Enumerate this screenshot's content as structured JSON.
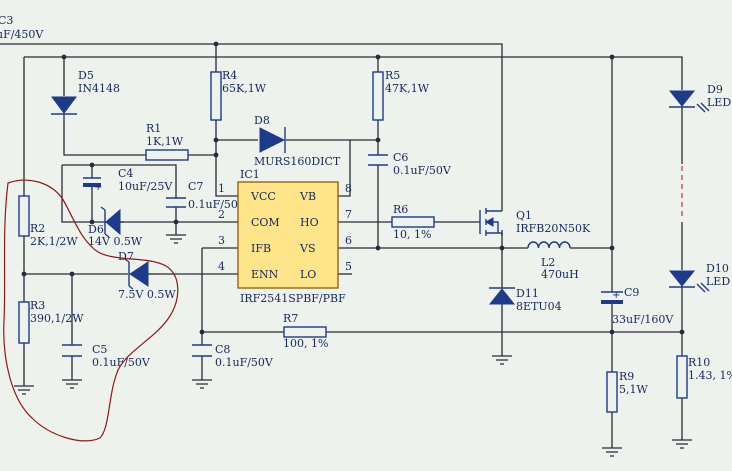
{
  "components": {
    "c3": {
      "ref": "C3",
      "value": "uF/450V"
    },
    "d5": {
      "ref": "D5",
      "value": "IN4148"
    },
    "r4": {
      "ref": "R4",
      "value": "65K,1W"
    },
    "r5": {
      "ref": "R5",
      "value": "47K,1W"
    },
    "d9": {
      "ref": "D9",
      "value": "LED"
    },
    "r1": {
      "ref": "R1",
      "value": "1K,1W"
    },
    "d8": {
      "ref": "D8",
      "value": "MURS160DICT"
    },
    "c6": {
      "ref": "C6",
      "value": "0.1uF/50V"
    },
    "c4": {
      "ref": "C4",
      "value": "10uF/25V"
    },
    "c7": {
      "ref": "C7",
      "value": "0.1uF/50V"
    },
    "r2": {
      "ref": "R2",
      "value": "2K,1/2W"
    },
    "d6": {
      "ref": "D6",
      "value": "14V 0.5W"
    },
    "r6": {
      "ref": "R6",
      "value": "10, 1%"
    },
    "q1": {
      "ref": "Q1",
      "value": "IRFB20N50K"
    },
    "l2": {
      "ref": "L2",
      "value": "470uH"
    },
    "d7": {
      "ref": "D7",
      "value": "7.5V 0.5W"
    },
    "d10": {
      "ref": "D10",
      "value": "LED"
    },
    "d11": {
      "ref": "D11",
      "value": "8ETU04"
    },
    "c9": {
      "ref": "C9",
      "value": "33uF/160V"
    },
    "r3": {
      "ref": "R3",
      "value": "390,1/2W"
    },
    "r7": {
      "ref": "R7",
      "value": "100, 1%"
    },
    "c5": {
      "ref": "C5",
      "value": "0.1uF/50V"
    },
    "c8": {
      "ref": "C8",
      "value": "0.1uF/50V"
    },
    "r9": {
      "ref": "R9",
      "value": "5,1W"
    },
    "r10": {
      "ref": "R10",
      "value": "1.43, 1%"
    }
  },
  "ic1": {
    "ref": "IC1",
    "part": "IRF2541SPBF/PBF",
    "pins": [
      {
        "num": "1",
        "name": "VCC"
      },
      {
        "num": "2",
        "name": "COM"
      },
      {
        "num": "3",
        "name": "IFB"
      },
      {
        "num": "4",
        "name": "ENN"
      },
      {
        "num": "8",
        "name": "VB"
      },
      {
        "num": "7",
        "name": "HO"
      },
      {
        "num": "6",
        "name": "VS"
      },
      {
        "num": "5",
        "name": "LO"
      }
    ]
  },
  "colors": {
    "background": "#eef2ec",
    "wire": "#2a2a3a",
    "component": "#1e3a8a",
    "ic_fill": "#ffe58a",
    "annotation": "#8b1a1a"
  }
}
